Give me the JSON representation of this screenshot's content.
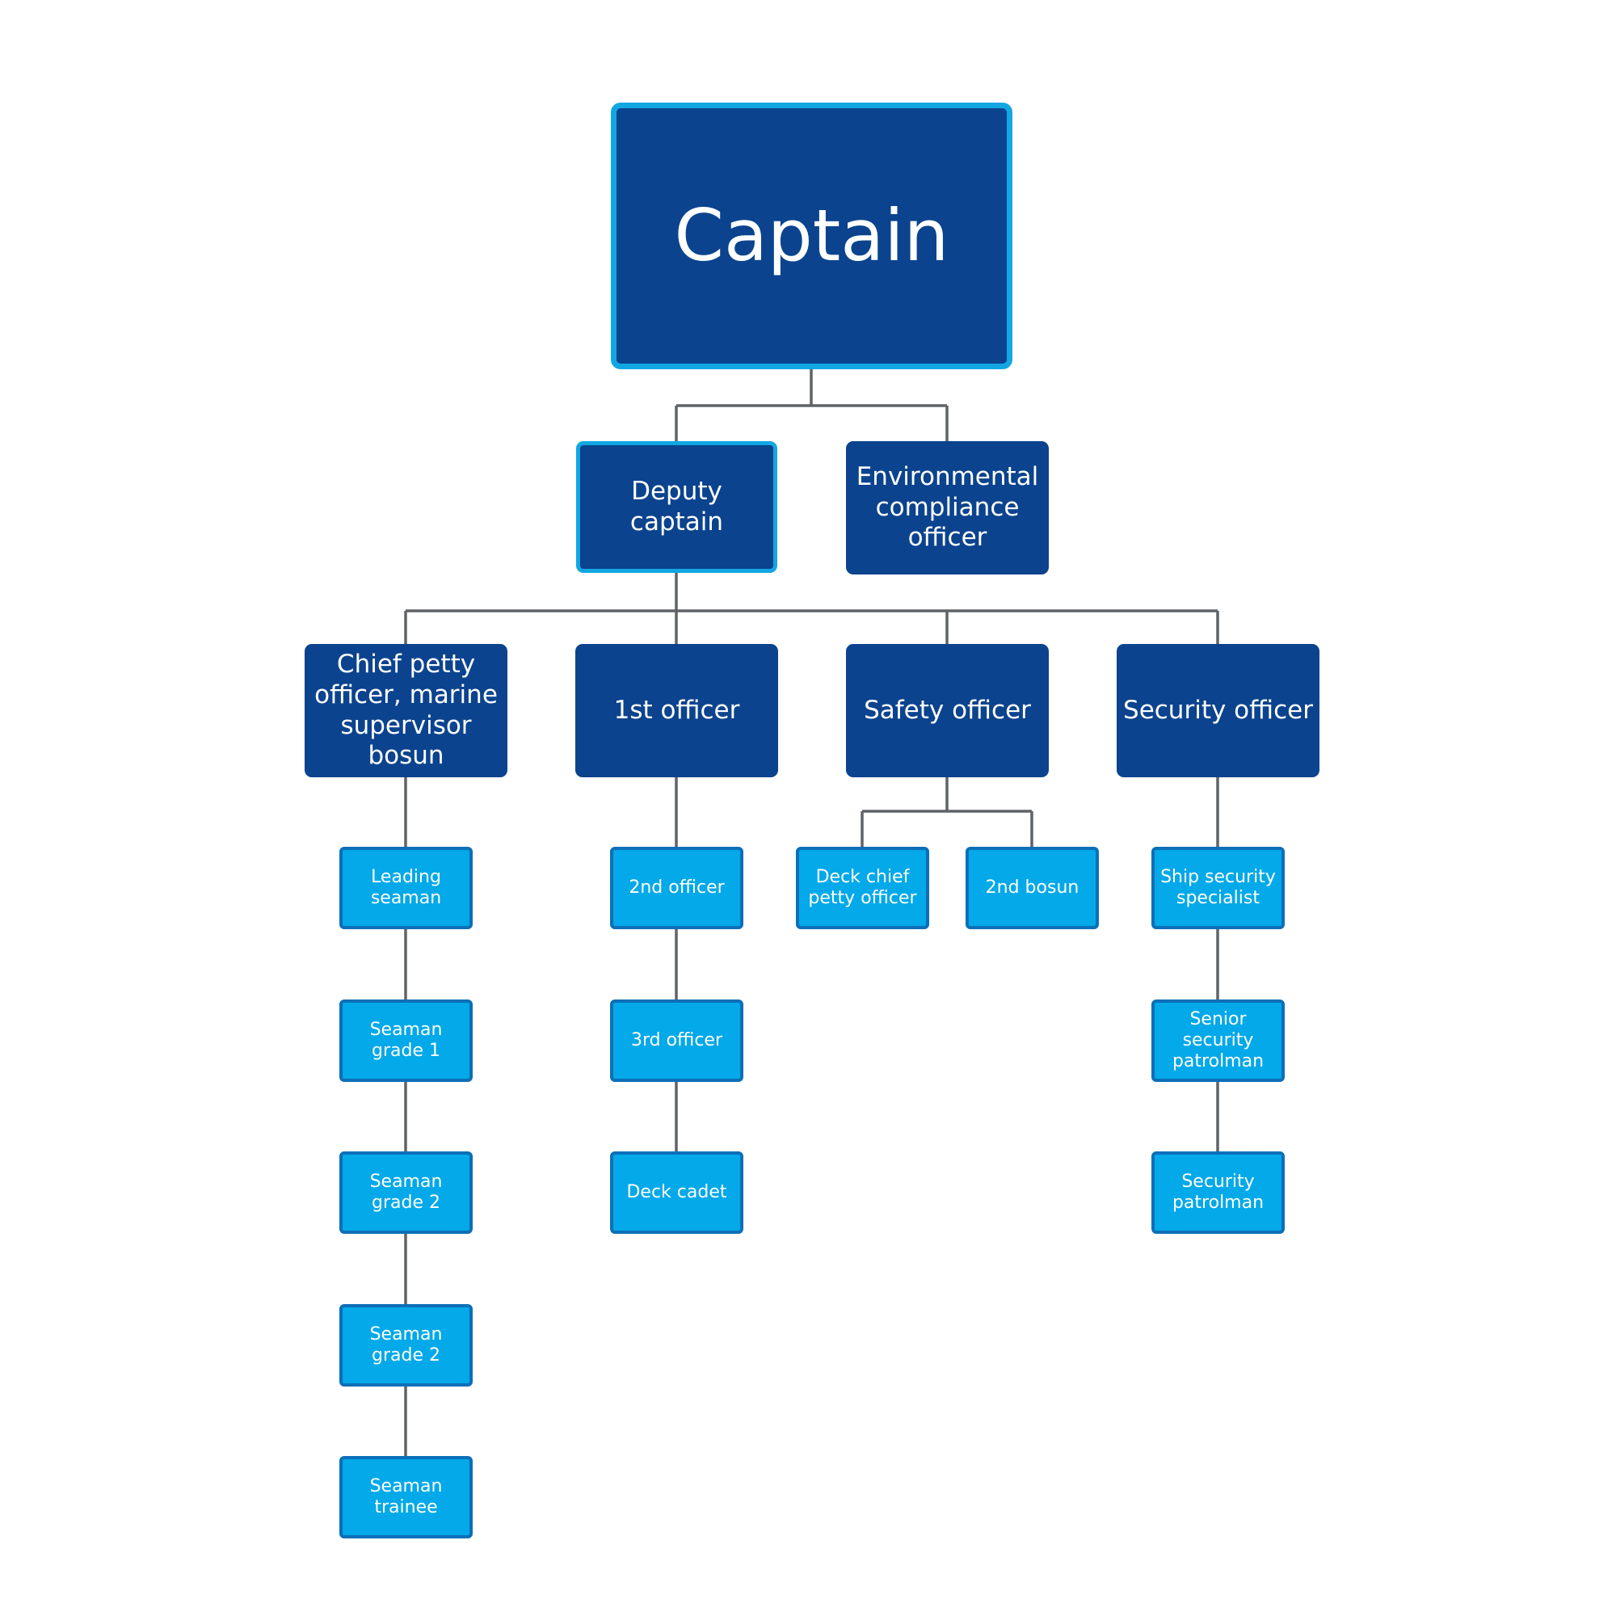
{
  "chart": {
    "root": {
      "label": "Captain"
    },
    "level2": [
      {
        "label": "Deputy\ncaptain",
        "highlighted": true
      },
      {
        "label": "Environmental\ncompliance\nofficer"
      }
    ],
    "level3": [
      {
        "label": "Chief petty\nofficer, marine\nsupervisor\nbosun"
      },
      {
        "label": "1st officer"
      },
      {
        "label": "Safety officer"
      },
      {
        "label": "Security officer"
      }
    ],
    "chief_petty_chain": [
      "Leading\nseaman",
      "Seaman\ngrade 1",
      "Seaman\ngrade 2",
      "Seaman\ngrade 2",
      "Seaman\ntrainee"
    ],
    "first_officer_chain": [
      "2nd officer",
      "3rd officer",
      "Deck cadet"
    ],
    "safety_children": [
      "Deck chief\npetty officer",
      "2nd bosun"
    ],
    "security_chain": [
      "Ship security\nspecialist",
      "Senior\nsecurity\npatrolman",
      "Security\npatrolman"
    ]
  },
  "colors": {
    "dark_box": "#0b438e",
    "light_box": "#03a9e8",
    "highlight_border": "#12a7e3",
    "connector": "#5f6368"
  }
}
